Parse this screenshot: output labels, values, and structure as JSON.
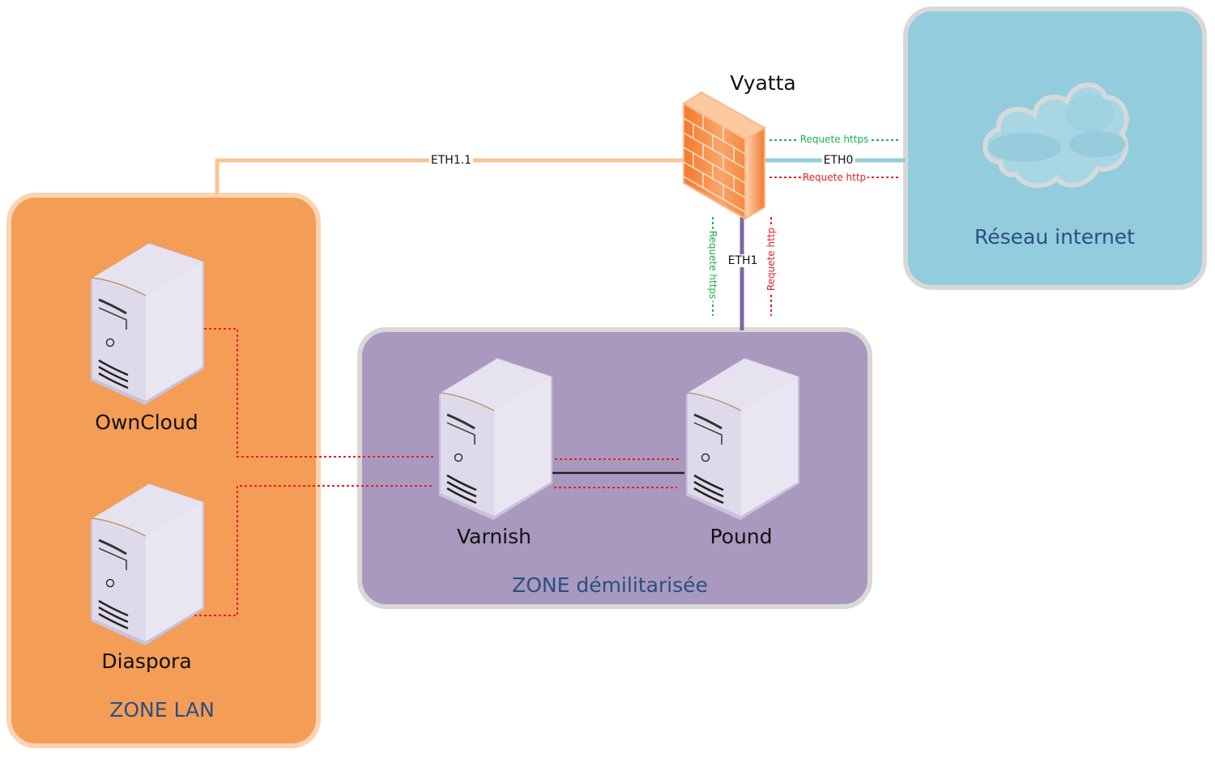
{
  "diagram": {
    "zones": {
      "lan": {
        "label": "ZONE LAN",
        "color": "#f49d57"
      },
      "dmz": {
        "label": "ZONE démilitarisée",
        "color": "#a999bf"
      },
      "internet": {
        "label": "Réseau internet",
        "color": "#93ccdc"
      }
    },
    "nodes": {
      "firewall": {
        "label": "Vyatta",
        "icon": "firewall-icon"
      },
      "owncloud": {
        "label": "OwnCloud",
        "icon": "server-icon"
      },
      "diaspora": {
        "label": "Diaspora",
        "icon": "server-icon"
      },
      "varnish": {
        "label": "Varnish",
        "icon": "server-icon"
      },
      "pound": {
        "label": "Pound",
        "icon": "server-icon"
      },
      "internet": {
        "icon": "cloud-icon"
      }
    },
    "links": {
      "eth11": {
        "label": "ETH1.1",
        "color": "#fbc497"
      },
      "eth0": {
        "label": "ETH0",
        "color": "#93ccdc"
      },
      "eth1": {
        "label": "ETH1",
        "color": "#8064a2"
      }
    },
    "requests": {
      "https_top": "Requete https",
      "http_top": "Requete http",
      "https_side": "Requete https",
      "http_side": "Requete http",
      "https_color": "#1fb24a",
      "http_color": "#ee1c24"
    }
  }
}
